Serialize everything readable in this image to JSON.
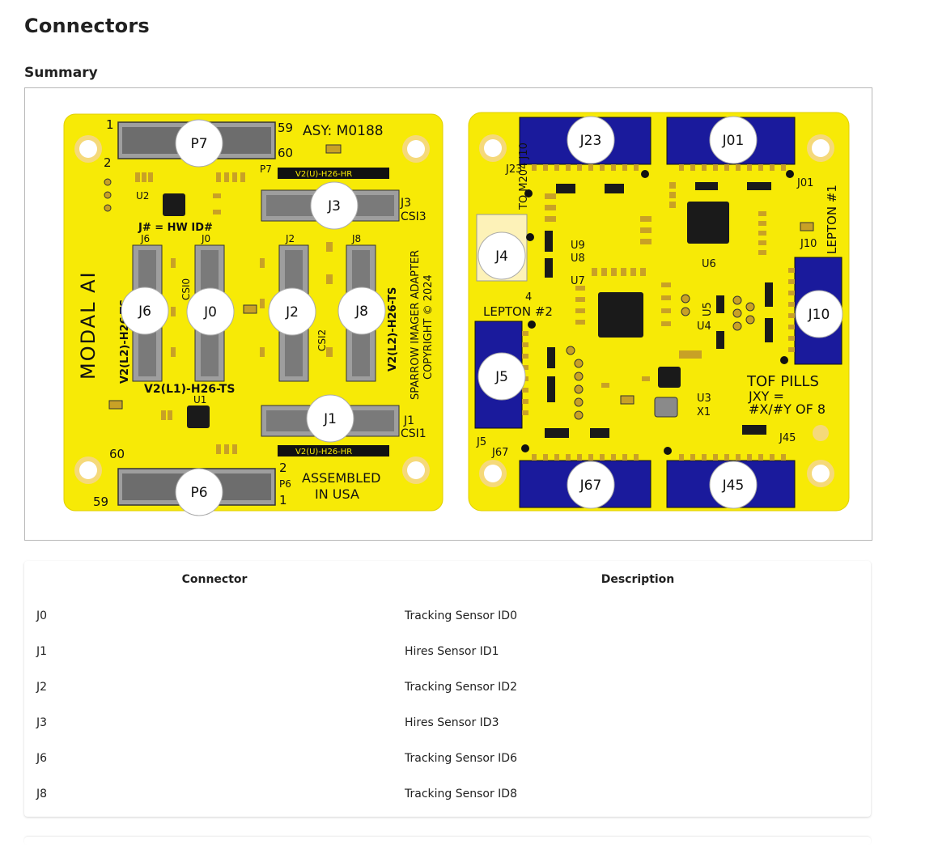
{
  "page": {
    "title": "Connectors",
    "section_title": "Summary"
  },
  "figure": {
    "board_left": {
      "assembly_label": "ASY: M0188",
      "id_legend": "J# = HW ID#",
      "label_v2u_top": "V2(U)-H26-HR",
      "label_v2u_bottom": "V2(U)-H26-HR",
      "label_v2l1": "V2(L1)-H26-TS",
      "label_v2l2_left": "V2(L2)-H26-TS",
      "label_v2l2_right": "V2(L2)-H26-TS",
      "label_adapter": "SPARROW IMAGER ADAPTER",
      "label_copyright": "COPYRIGHT © 2024",
      "label_assembled_1": "ASSEMBLED",
      "label_assembled_2": "IN USA",
      "logo_text": "MODAL AI",
      "silk_csi0": "CSI0",
      "silk_csi2": "CSI2",
      "silk_j3_csi": "CSI3",
      "silk_j1_csi": "CSI1",
      "silk_u1": "U1",
      "silk_u2": "U2",
      "pin_p7_1": "1",
      "pin_p7_2": "2",
      "pin_p7_59": "59",
      "pin_p7_60": "60",
      "silk_p7": "P7",
      "pin_p6_1": "1",
      "pin_p6_2": "2",
      "pin_p6_59": "59",
      "pin_p6_60": "60",
      "silk_p6": "P6",
      "silk_j6": "J6",
      "silk_j0": "J0",
      "silk_j2": "J2",
      "silk_j8": "J8",
      "silk_j3": "J3",
      "silk_j1": "J1",
      "callouts": [
        "P7",
        "J3",
        "J6",
        "J0",
        "J2",
        "J8",
        "J1",
        "P6"
      ]
    },
    "board_right": {
      "label_lepton1": "LEPTON #1",
      "label_lepton2": "LEPTON #2",
      "label_tof_1": "TOF PILLS",
      "label_tof_2": "JXY =",
      "label_tof_3": "#X/#Y OF 8",
      "label_to_m204": "TO M204 J10",
      "silk_j23": "J23",
      "silk_j01": "J01",
      "silk_j10": "J10",
      "silk_j5": "J5",
      "silk_j67": "J67",
      "silk_j45": "J45",
      "silk_u3": "U3",
      "silk_u4": "U4",
      "silk_u5": "U5",
      "silk_u6": "U6",
      "silk_u7": "U7",
      "silk_u8": "U8",
      "silk_u9": "U9",
      "silk_x1": "X1",
      "pin_j4_4": "4",
      "callouts": [
        "J23",
        "J01",
        "J4",
        "J10",
        "J5",
        "J67",
        "J45"
      ]
    }
  },
  "table": {
    "headers": [
      "Connector",
      "Description"
    ],
    "rows": [
      {
        "connector": "J0",
        "description": "Tracking Sensor ID0"
      },
      {
        "connector": "J1",
        "description": "Hires Sensor ID1"
      },
      {
        "connector": "J2",
        "description": "Tracking Sensor ID2"
      },
      {
        "connector": "J3",
        "description": "Hires Sensor ID3"
      },
      {
        "connector": "J6",
        "description": "Tracking Sensor ID6"
      },
      {
        "connector": "J8",
        "description": "Tracking Sensor ID8"
      }
    ]
  },
  "colors": {
    "pcb": "#f7ea06",
    "pad": "#c8a126",
    "connector_blue": "#1a1a9c",
    "connector_grey": "#8a8a8a"
  }
}
